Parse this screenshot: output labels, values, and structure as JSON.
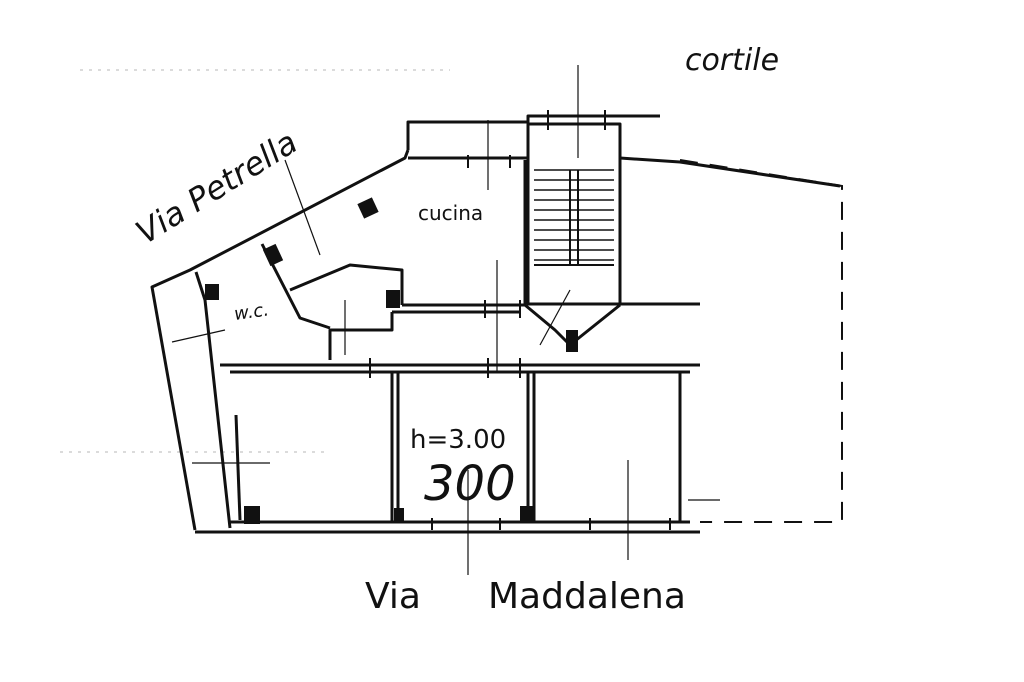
{
  "labels": {
    "courtyard": "cortile",
    "street_side": "Via Petrella",
    "kitchen": "cucina",
    "toilet": "w.c.",
    "height": "h=3.00",
    "number": "300",
    "street_front_via": "Via",
    "street_front_name": "Maddalena"
  },
  "colors": {
    "ink": "#111111",
    "background": "#ffffff"
  }
}
